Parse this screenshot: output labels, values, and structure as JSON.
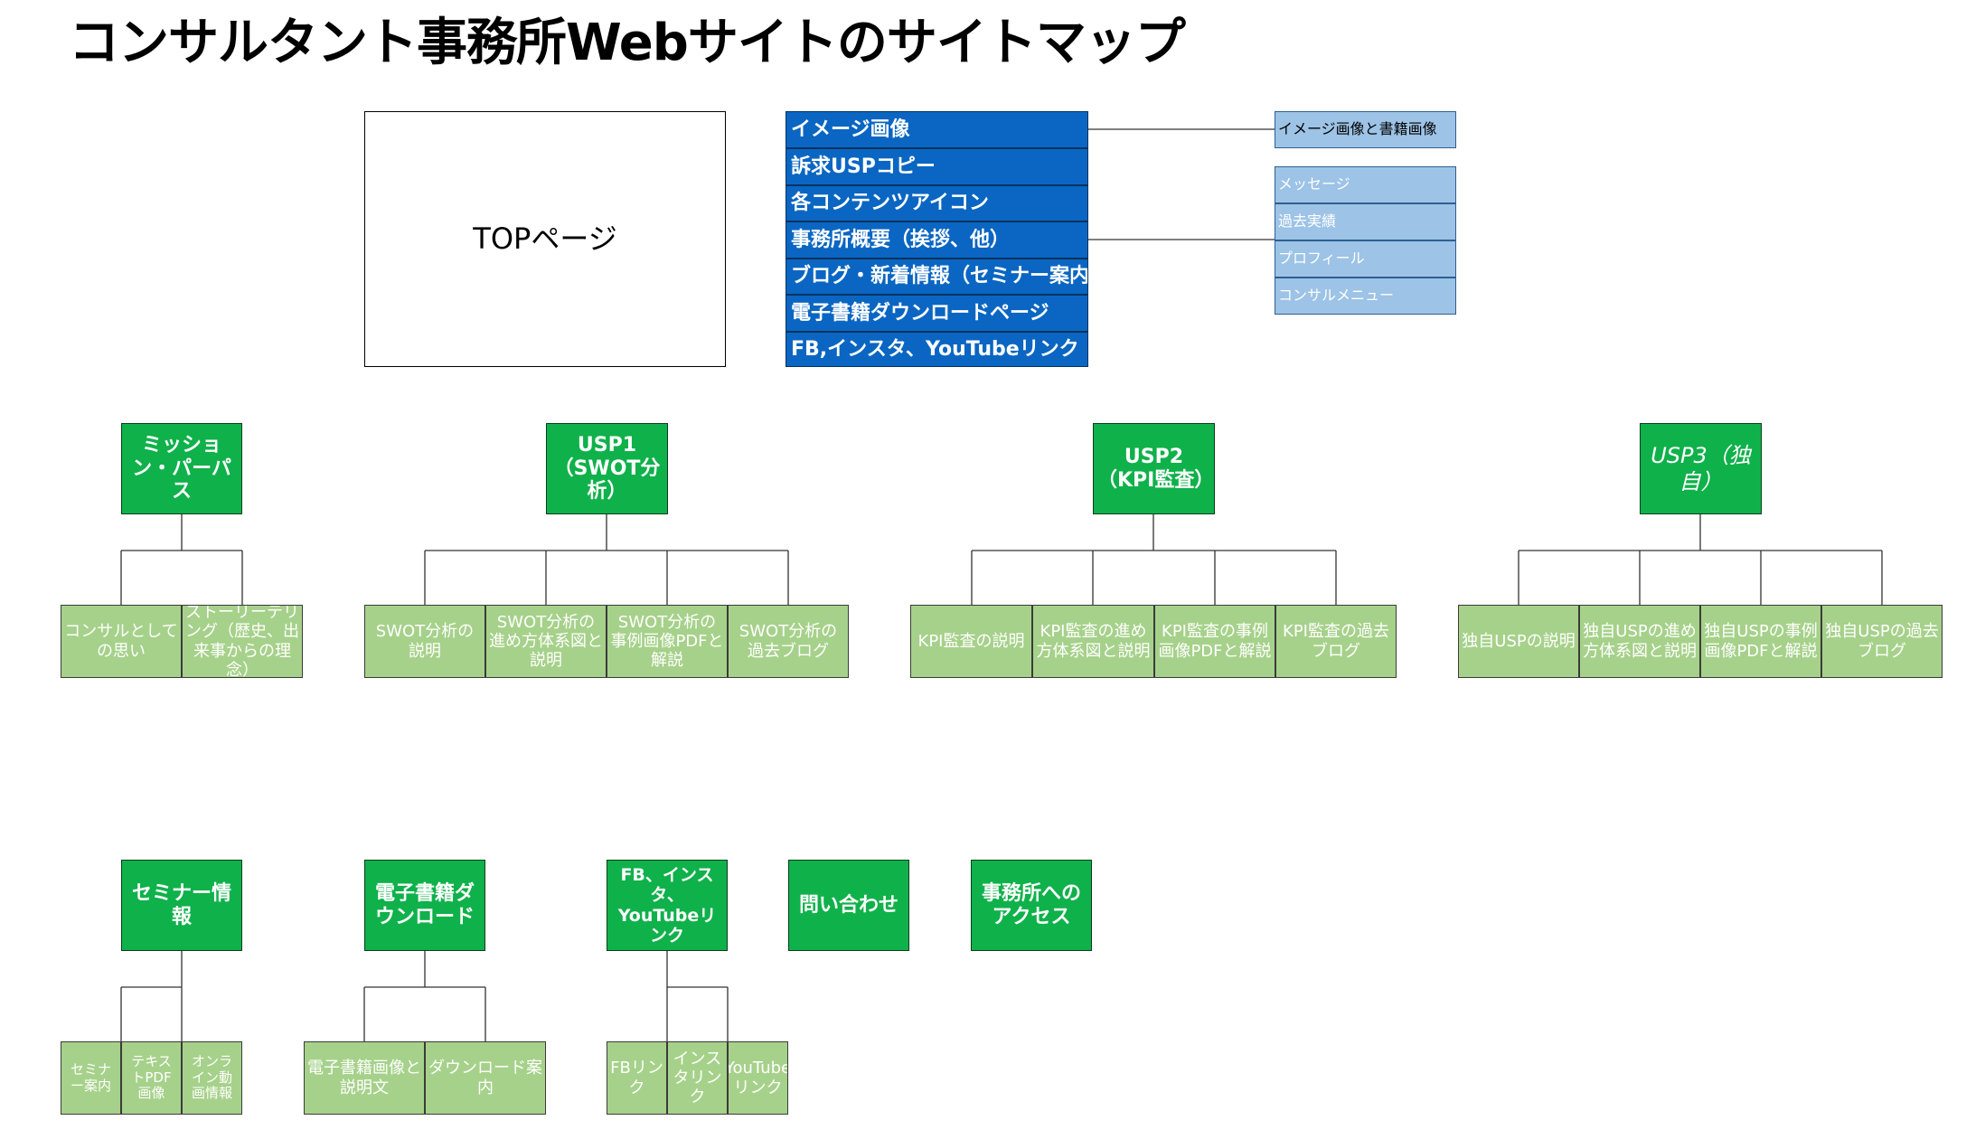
{
  "title": "コンサルタント事務所Webサイトのサイトマップ",
  "top_page": {
    "label": "TOPページ"
  },
  "top_sections": [
    "イメージ画像",
    "訴求USPコピー",
    "各コンテンツアイコン",
    "事務所概要（挨拶、他）",
    "ブログ・新着情報（セミナー案内等）",
    "電子書籍ダウンロードページ",
    "FB,インスタ、YouTubeリンク"
  ],
  "image_detail": "イメージ画像と書籍画像",
  "office_details": [
    "メッセージ",
    "過去実績",
    "プロフィール",
    "コンサルメニュー"
  ],
  "categories": [
    {
      "label": "ミッション・パーパス",
      "children": [
        "コンサルとしての思い",
        "ストーリーテリング（歴史、出来事からの理念）"
      ]
    },
    {
      "label": "USP1（SWOT分析）",
      "children": [
        "SWOT分析の説明",
        "SWOT分析の進め方体系図と説明",
        "SWOT分析の事例画像PDFと解説",
        "SWOT分析の過去ブログ"
      ]
    },
    {
      "label": "USP2（KPI監査）",
      "children": [
        "KPI監査の説明",
        "KPI監査の進め方体系図と説明",
        "KPI監査の事例画像PDFと解説",
        "KPI監査の過去ブログ"
      ]
    },
    {
      "label": "USP3（独自）",
      "children": [
        "独自USPの説明",
        "独自USPの進め方体系図と説明",
        "独自USPの事例画像PDFと解説",
        "独自USPの過去ブログ"
      ]
    },
    {
      "label": "セミナー情報",
      "children": [
        "セミナー案内",
        "テキストPDF画像",
        "オンライン動画情報"
      ]
    },
    {
      "label": "電子書籍ダウンロード",
      "children": [
        "電子書籍画像と説明文",
        "ダウンロード案内"
      ]
    },
    {
      "label": "FB、インスタ、YouTubeリンク",
      "children": [
        "FBリンク",
        "インスタリンク",
        "YouTubeリンク"
      ]
    },
    {
      "label": "問い合わせ",
      "children": []
    },
    {
      "label": "事務所へのアクセス",
      "children": []
    }
  ]
}
